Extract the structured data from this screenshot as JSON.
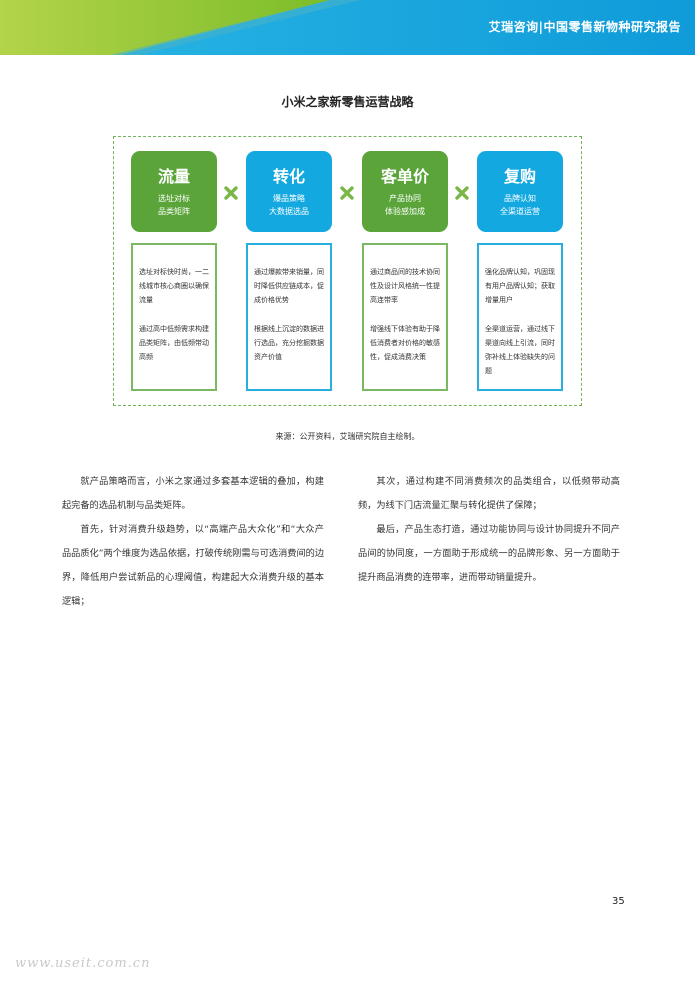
{
  "header": {
    "title": "艾瑞咨询|中国零售新物种研究报告",
    "colors": {
      "green": "#8dc21f",
      "blue": "#1aa9e0"
    }
  },
  "figure": {
    "title": "小米之家新零售运营战略",
    "cards": [
      {
        "title": "流量",
        "subtitle_lines": [
          "选址对标",
          "品类矩阵"
        ],
        "color": "#5aa43a"
      },
      {
        "title": "转化",
        "subtitle_lines": [
          "爆品策略",
          "大数据选品"
        ],
        "color": "#13a8e0"
      },
      {
        "title": "客单价",
        "subtitle_lines": [
          "产品协同",
          "体验感加成"
        ],
        "color": "#5aa43a"
      },
      {
        "title": "复购",
        "subtitle_lines": [
          "品牌认知",
          "全渠道运营"
        ],
        "color": "#13a8e0"
      }
    ],
    "connector_icon": "cross-icon",
    "descriptions": [
      [
        "选址对标快时尚，一二线城市核心商圈以确保流量",
        "通过高中低频需求构建品类矩阵，由低频带动高频"
      ],
      [
        "通过爆款带来销量，同时降低供应链成本，促成价格优势",
        "根据线上沉淀的数据进行选品，充分挖掘数据资产价值"
      ],
      [
        "通过商品间的技术协同性及设计风格统一性提高连带率",
        "增强线下体验有助于降低消费者对价格的敏感性，促成消费决策"
      ],
      [
        "强化品牌认知，巩固现有用户品牌认知；获取增量用户",
        "全渠道运营，通过线下渠道向线上引流，同时弥补线上体验缺失的问题"
      ]
    ],
    "source": "来源：公开资料，艾瑞研究院自主绘制。"
  },
  "body": {
    "left_paragraphs": [
      "就产品策略而言，小米之家通过多套基本逻辑的叠加，构建起完备的选品机制与品类矩阵。",
      "首先，针对消费升级趋势，以“高端产品大众化”和“大众产品品质化”两个维度为选品依据，打破传统刚需与可选消费间的边界，降低用户尝试新品的心理阈值，构建起大众消费升级的基本逻辑；"
    ],
    "right_paragraphs": [
      "其次，通过构建不同消费频次的品类组合，以低频带动高频，为线下门店流量汇聚与转化提供了保障；",
      "最后，产品生态打造，通过功能协同与设计协同提升不同产品间的协同度，一方面助于形成统一的品牌形象、另一方面助于提升商品消费的连带率，进而带动销量提升。"
    ]
  },
  "footer": {
    "page_number": "35",
    "watermark": "www.useit.com.cn"
  }
}
